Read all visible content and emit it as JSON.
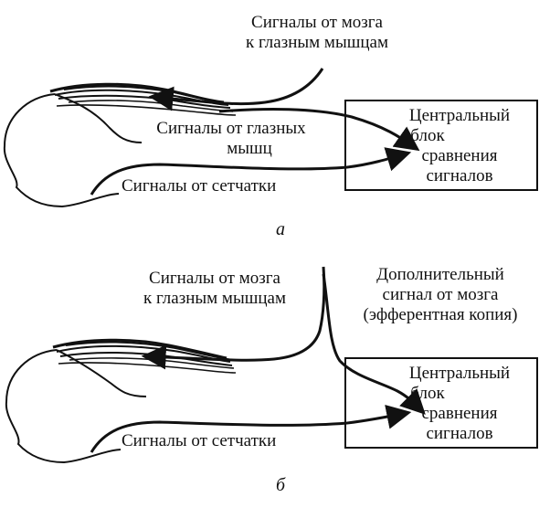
{
  "panel_a": {
    "letter": "а",
    "brain_to_muscles_line1": "Сигналы от мозга",
    "brain_to_muscles_line2": "к глазным мышцам",
    "from_muscles_line1": "Сигналы от глазных",
    "from_muscles_line2": "мышц",
    "from_retina": "Сигналы от сетчатки",
    "block_line1": "Центральный",
    "block_line2": "блок",
    "block_line3": "сравнения",
    "block_line4": "сигналов"
  },
  "panel_b": {
    "letter": "б",
    "brain_to_muscles_line1": "Сигналы от мозга",
    "brain_to_muscles_line2": "к глазным мышцам",
    "extra_line1": "Дополнительный",
    "extra_line2": "сигнал от мозга",
    "extra_line3": "(эфферентная копия)",
    "from_retina": "Сигналы от сетчатки",
    "block_line1": "Центральный",
    "block_line2": "блок",
    "block_line3": "сравнения",
    "block_line4": "сигналов"
  }
}
